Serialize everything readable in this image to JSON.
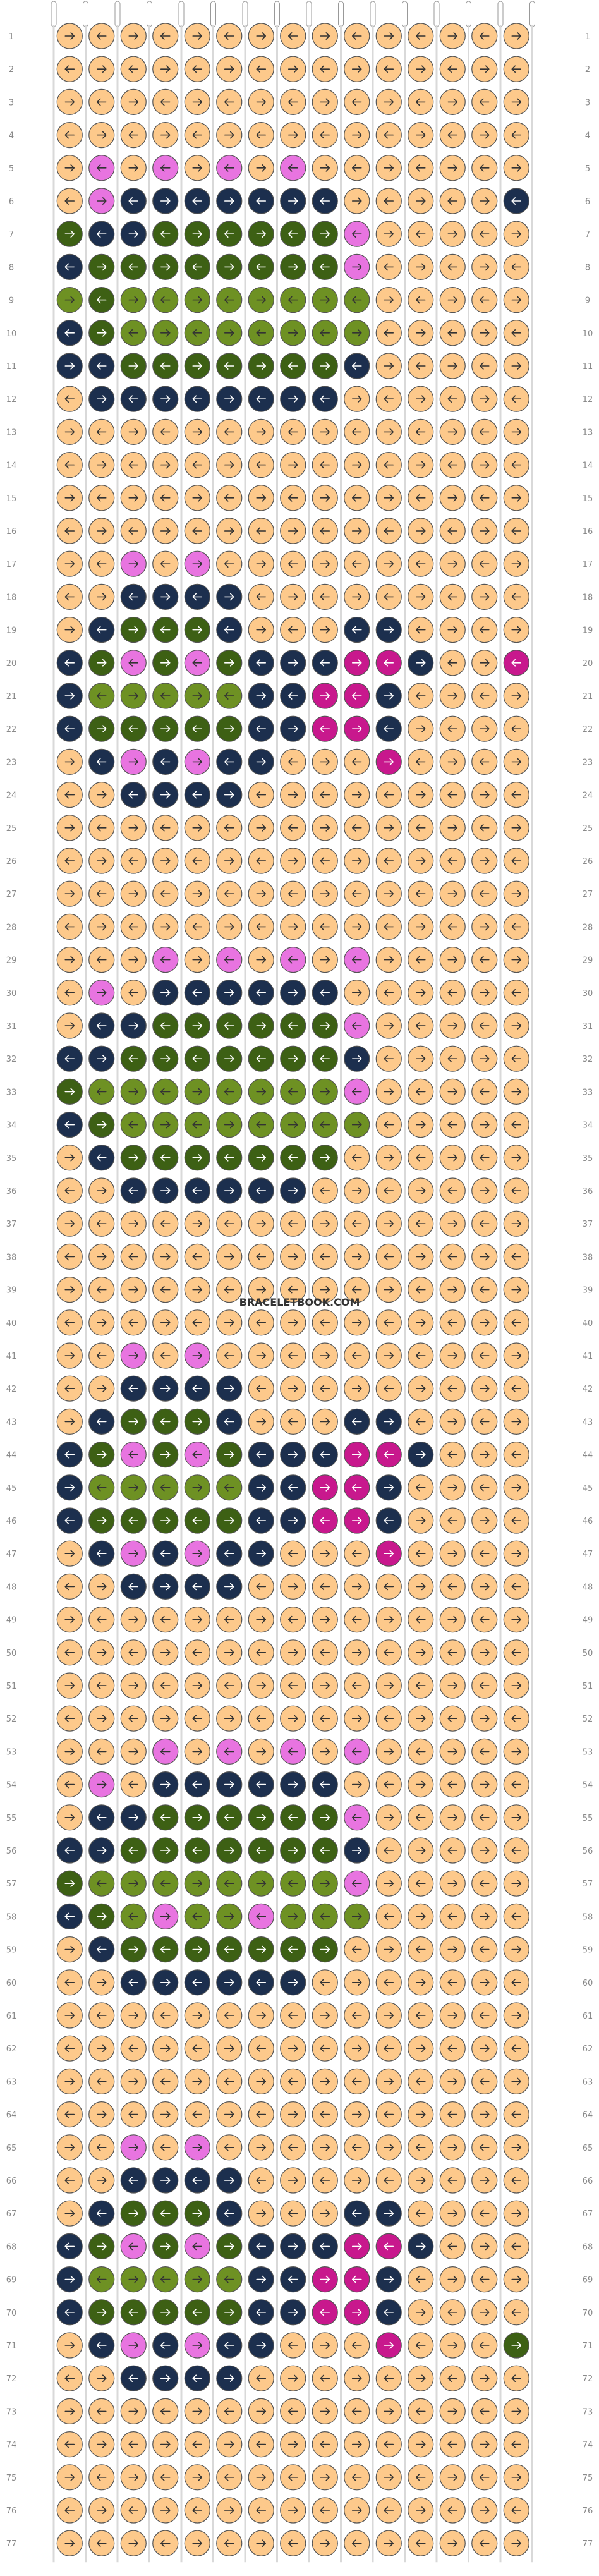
{
  "pattern": {
    "strings": 16,
    "rows": 77,
    "watermark": "BRACELETBOOK.COM",
    "colors": {
      "A": "#fdc98b",
      "B": "#e874e0",
      "C": "#1c2f4e",
      "D": "#3d6014",
      "E": "#6e9123",
      "F": "#c8188d"
    },
    "start_strings": [
      "A",
      "A",
      "A",
      "A",
      "A",
      "A",
      "A",
      "A",
      "A",
      "A",
      "A",
      "A",
      "A",
      "A",
      "A",
      "A"
    ],
    "rows_knots": [
      "AAAAAAAAAAAAAAA",
      "AAAAAAAAAAAAAAA",
      "AAAAAAAAAAAAAAA",
      "AAAAAAAAAAAAAAA",
      "ABABABABAAAAAAA",
      "ABCCCCCCCAAAAAC",
      "DCCDDDDDDBAAAAA",
      "CDDDDDDDDBAAAAA",
      "EDEEEEEEEEAAAAA",
      "CDEEEEEEEEAAAAA",
      "CCDDDDDDDCAAAAA",
      "ACCCCCCCCAAAAAA",
      "AAAAAAAAAAAAAAA",
      "AAAAAAAAAAAAAAA",
      "AAAAAAAAAAAAAAA",
      "AAAAAAAAAAAAAAA",
      "AABABAAAAAAAAAA",
      "AACCCCAAAAAAAAA",
      "ACDDDCAAACCAAAA",
      "CDBDBDCCCFFCAAF",
      "CEEEEECCFFCAAAA",
      "CDDDDDCCFFCAAAA",
      "ACBCBCCAAAFAAAA",
      "AACCCCAAAAAAAAA",
      "AAAAAAAAAAAAAAA",
      "AAAAAAAAAAAAAAA",
      "AAAAAAAAAAAAAAA",
      "AAAAAAAAAAAAAAA",
      "AAABABABABAAAAA",
      "ABACCCCCCAAAAAA",
      "ACCDDDDDDBAAAAA",
      "CCDDDDDDDCAAAAA",
      "DEEEEEEEEBAAAAA",
      "CDEEEEEEEEAAAAA",
      "ACDDDDDDDAAAAAA",
      "AACCCCCCAAAAAAA",
      "AAAAAAAAAAAAAAA",
      "AAAAAAAAAAAAAAA",
      "AAAAAAAAAAAAAAA",
      "AAAAAAAAAAAAAAA",
      "AABABAAAAAAAAAA",
      "AACCCCAAAAAAAAA",
      "ACDDDCAAACCAAAA",
      "CDBDBDCCCFFCAAA",
      "CEEEEECCFFCAAAA",
      "CDDDDDCCFFCAAAA",
      "ACBCBCCAAAFAAAA",
      "AACCCCAAAAAAAAA",
      "AAAAAAAAAAAAAAA",
      "AAAAAAAAAAAAAAA",
      "AAAAAAAAAAAAAAA",
      "AAAAAAAAAAAAAAA",
      "AAABABABABAAAAA",
      "ABACCCCCCAAAAAA",
      "ACCDDDDDDBAAAAA",
      "CCDDDDDDDCAAAAA",
      "DEEEEEEEEBAAAAA",
      "CDEBEEBEEEAAAAA",
      "ACDDDDDDDAAAAAA",
      "AACCCCCCAAAAAAA",
      "AAAAAAAAAAAAAAA",
      "AAAAAAAAAAAAAAA",
      "AAAAAAAAAAAAAAA",
      "AAAAAAAAAAAAAAA",
      "AABABAAAAAAAAAA",
      "AACCCCAAAAAAAAA",
      "ACDDDCAAACCAAAA",
      "CDBDBDCCCFFCAAA",
      "CEEEEECCFFCAAAA",
      "CDDDDDCCFFCAAAA",
      "ACBCBCCAAAFAAAD",
      "AACCCCAAAAAAAAA",
      "AAAAAAAAAAAAAAA",
      "AAAAAAAAAAAAAAA",
      "AAAAAAAAAAAAAAA",
      "AAAAAAAAAAAAAAA",
      "AAAAAAAAAAAAAAA"
    ]
  }
}
